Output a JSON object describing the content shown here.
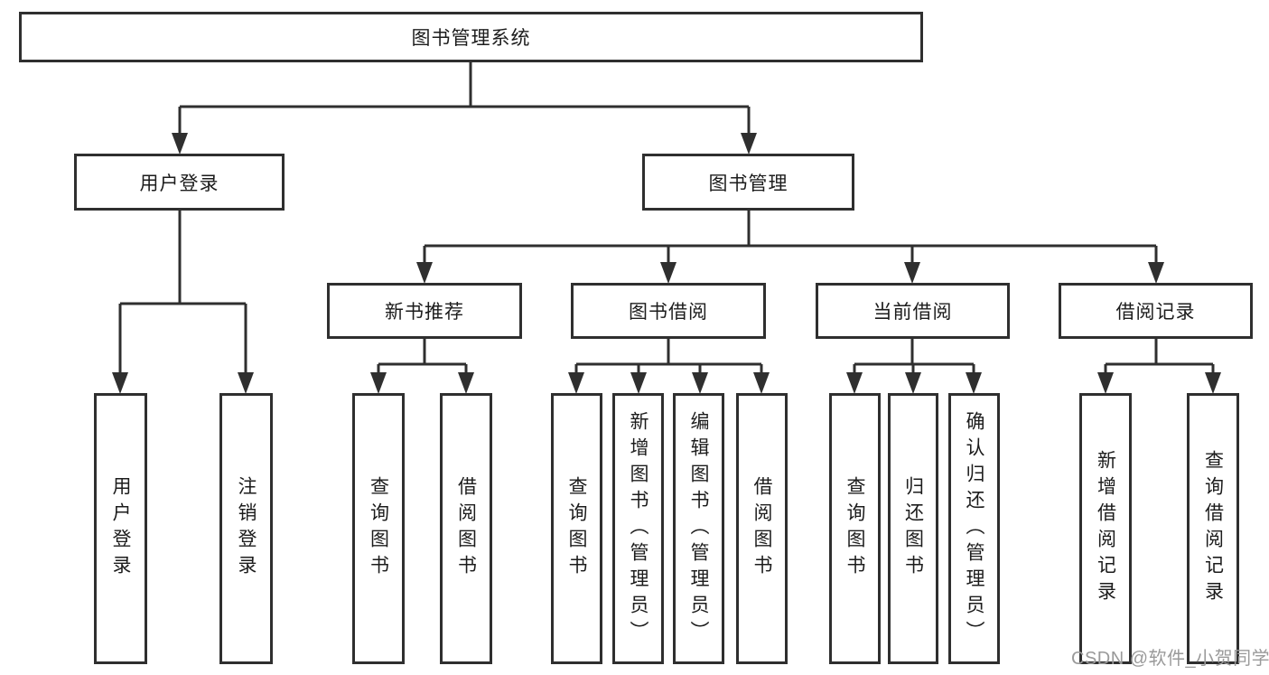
{
  "tree": {
    "root": {
      "label": "图书管理系统",
      "children": [
        {
          "label": "用户登录",
          "children": [
            {
              "label": "用户登录"
            },
            {
              "label": "注销登录"
            }
          ]
        },
        {
          "label": "图书管理",
          "children": [
            {
              "label": "新书推荐",
              "children": [
                {
                  "label": "查询图书"
                },
                {
                  "label": "借阅图书"
                }
              ]
            },
            {
              "label": "图书借阅",
              "children": [
                {
                  "label": "查询图书"
                },
                {
                  "label": "新增图书（管理员）"
                },
                {
                  "label": "编辑图书（管理员）"
                },
                {
                  "label": "借阅图书"
                }
              ]
            },
            {
              "label": "当前借阅",
              "children": [
                {
                  "label": "查询图书"
                },
                {
                  "label": "归还图书"
                },
                {
                  "label": "确认归还（管理员）"
                }
              ]
            },
            {
              "label": "借阅记录",
              "children": [
                {
                  "label": "新增借阅记录"
                },
                {
                  "label": "查询借阅记录"
                }
              ]
            }
          ]
        }
      ]
    }
  },
  "watermark": {
    "text": "CSDN @软件_小贺同学"
  },
  "colors": {
    "line": "#2f2f2f",
    "ink": "#1c1c1c",
    "wm": "#9a9a9a",
    "bg": "#ffffff"
  }
}
